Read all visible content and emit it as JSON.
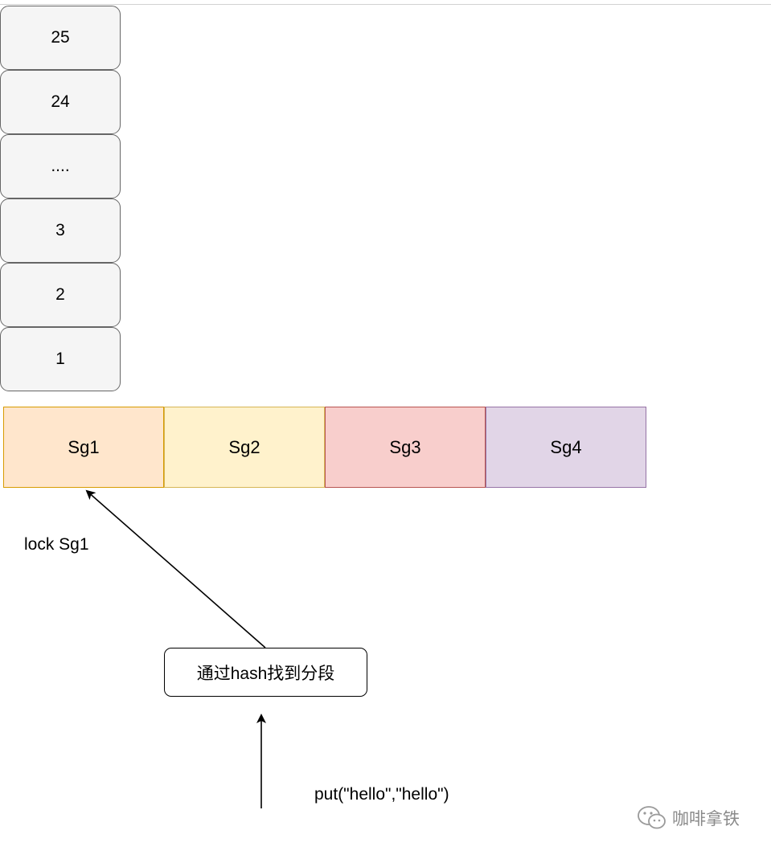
{
  "stack": {
    "cells": [
      "25",
      "24",
      "....",
      "3",
      "2",
      "1"
    ]
  },
  "segments": [
    {
      "label": "Sg1",
      "fill": "#ffe6cc",
      "stroke": "#d79b00"
    },
    {
      "label": "Sg2",
      "fill": "#fff2cc",
      "stroke": "#d6b656"
    },
    {
      "label": "Sg3",
      "fill": "#f8cecc",
      "stroke": "#b85450"
    },
    {
      "label": "Sg4",
      "fill": "#e1d5e7",
      "stroke": "#9673a6"
    }
  ],
  "annotations": {
    "lock_label": "lock Sg1",
    "hash_step": "通过hash找到分段",
    "put_call": "put(\"hello\",\"hello\")"
  },
  "watermark": {
    "text": "咖啡拿铁",
    "icon": "wechat-icon"
  }
}
